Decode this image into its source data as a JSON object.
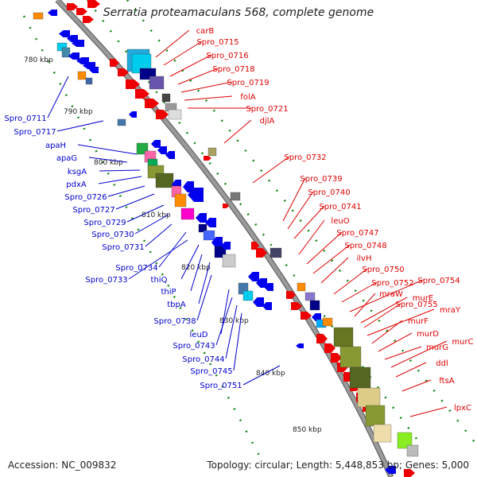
{
  "title": "Serratia proteamaculans 568, complete genome",
  "footer": {
    "accession": "Accession: NC_009832",
    "summary": "Topology: circular; Length: 5,448,853 bp; Genes: 5,000"
  },
  "colors": {
    "backbone": "#9a9a9a",
    "tick": "#118811",
    "forward_label": "#dd0000",
    "reverse_label": "#0000cc",
    "forward_gene": "#ee0000",
    "reverse_gene": "#0000ee"
  },
  "scale_ticks": [
    "780 kbp",
    "790 kbp",
    "800 kbp",
    "810 kbp",
    "820 kbp",
    "830 kbp",
    "840 kbp",
    "850 kbp"
  ],
  "forward_genes": [
    "carB",
    "Spro_0715",
    "Spro_0716",
    "Spro_0718",
    "Spro_0719",
    "folA",
    "Spro_0721",
    "djlA",
    "Spro_0732",
    "Spro_0739",
    "Spro_0740",
    "Spro_0741",
    "leuO",
    "Spro_0747",
    "Spro_0748",
    "ilvH",
    "Spro_0750",
    "Spro_0752",
    "Spro_0754",
    "mraW",
    "murE",
    "Spro_0755",
    "mraY",
    "murF",
    "murD",
    "murG",
    "murC",
    "ddl",
    "ftsA",
    "lpxC"
  ],
  "reverse_genes": [
    "Spro_0711",
    "Spro_0717",
    "apaH",
    "apaG",
    "ksgA",
    "pdxA",
    "Spro_0726",
    "Spro_0727",
    "Spro_0729",
    "Spro_0730",
    "Spro_0731",
    "Spro_0734",
    "Spro_0733",
    "thiQ",
    "thiP",
    "tbpA",
    "Spro_0738",
    "leuD",
    "Spro_0743",
    "Spro_0744",
    "Spro_0745",
    "Spro_0751"
  ]
}
